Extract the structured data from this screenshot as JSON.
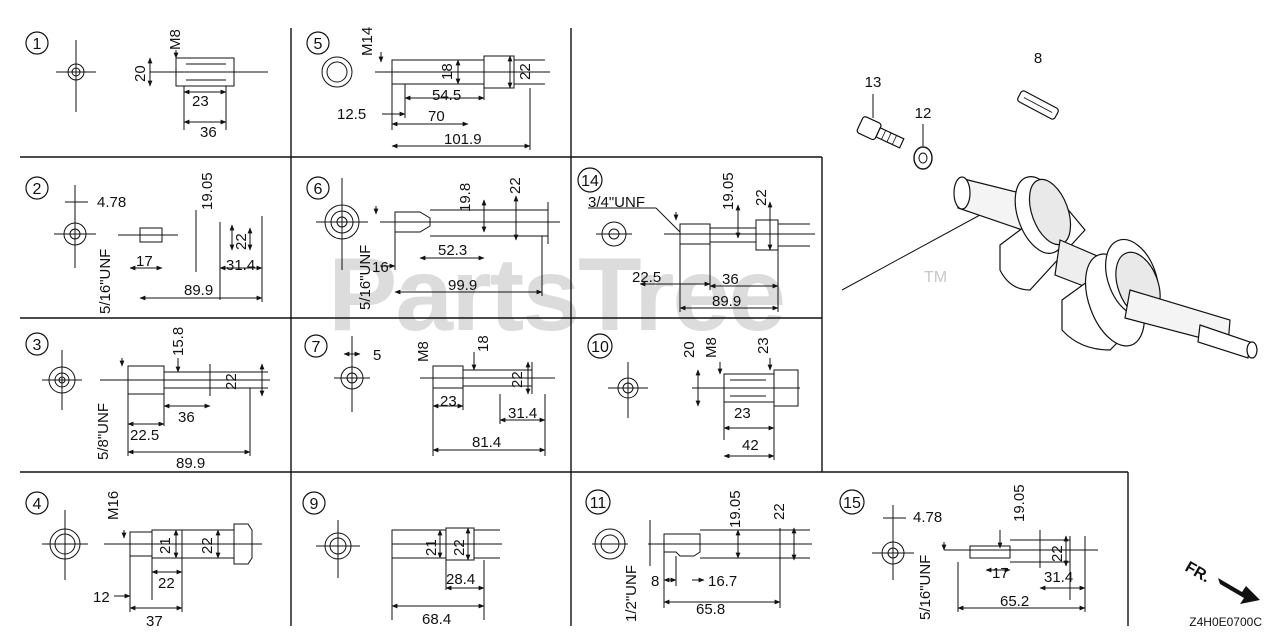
{
  "watermark": {
    "brand": "PartsTree",
    "tm": "TM"
  },
  "image_code": "Z4H0E0700C",
  "front_marker": "FR.",
  "parts": {
    "n8": "8",
    "n12": "12",
    "n13": "13"
  },
  "panels": {
    "p1": {
      "id": "1",
      "labels": {
        "a": "M8",
        "b": "20",
        "c": "23",
        "d": "36"
      }
    },
    "p2": {
      "id": "2",
      "labels": {
        "a": "4.78",
        "b": "19.05",
        "c": "22",
        "d": "17",
        "e": "31.4",
        "f": "89.9",
        "g": "5/16\"UNF"
      }
    },
    "p3": {
      "id": "3",
      "labels": {
        "a": "15.8",
        "b": "22",
        "c": "36",
        "d": "22.5",
        "e": "89.9",
        "f": "5/8\"UNF"
      }
    },
    "p4": {
      "id": "4",
      "labels": {
        "a": "M16",
        "b": "21",
        "c": "22",
        "d": "22",
        "e": "12",
        "f": "37"
      }
    },
    "p5": {
      "id": "5",
      "labels": {
        "a": "M14",
        "b": "18",
        "c": "22",
        "d": "54.5",
        "e": "12.5",
        "f": "70",
        "g": "101.9"
      }
    },
    "p6": {
      "id": "6",
      "labels": {
        "a": "19.8",
        "b": "22",
        "c": "52.3",
        "d": "16",
        "e": "99.9",
        "f": "5/16\"UNF"
      }
    },
    "p7": {
      "id": "7",
      "labels": {
        "a": "5",
        "b": "M8",
        "c": "18",
        "d": "22",
        "e": "23",
        "f": "31.4",
        "g": "81.4"
      }
    },
    "p9": {
      "id": "9",
      "labels": {
        "a": "21",
        "b": "22",
        "c": "28.4",
        "d": "68.4"
      }
    },
    "p10": {
      "id": "10",
      "labels": {
        "a": "20",
        "b": "M8",
        "c": "23",
        "d": "23",
        "e": "42"
      }
    },
    "p11": {
      "id": "11",
      "labels": {
        "a": "19.05",
        "b": "22",
        "c": "8",
        "d": "16.7",
        "e": "65.8",
        "f": "1/2\"UNF"
      }
    },
    "p14": {
      "id": "14",
      "labels": {
        "a": "3/4\"UNF",
        "b": "19.05",
        "c": "22",
        "d": "22.5",
        "e": "36",
        "f": "89.9"
      }
    },
    "p15": {
      "id": "15",
      "labels": {
        "a": "4.78",
        "b": "19.05",
        "c": "22",
        "d": "17",
        "e": "31.4",
        "f": "65.2",
        "g": "5/16\"UNF"
      }
    }
  }
}
